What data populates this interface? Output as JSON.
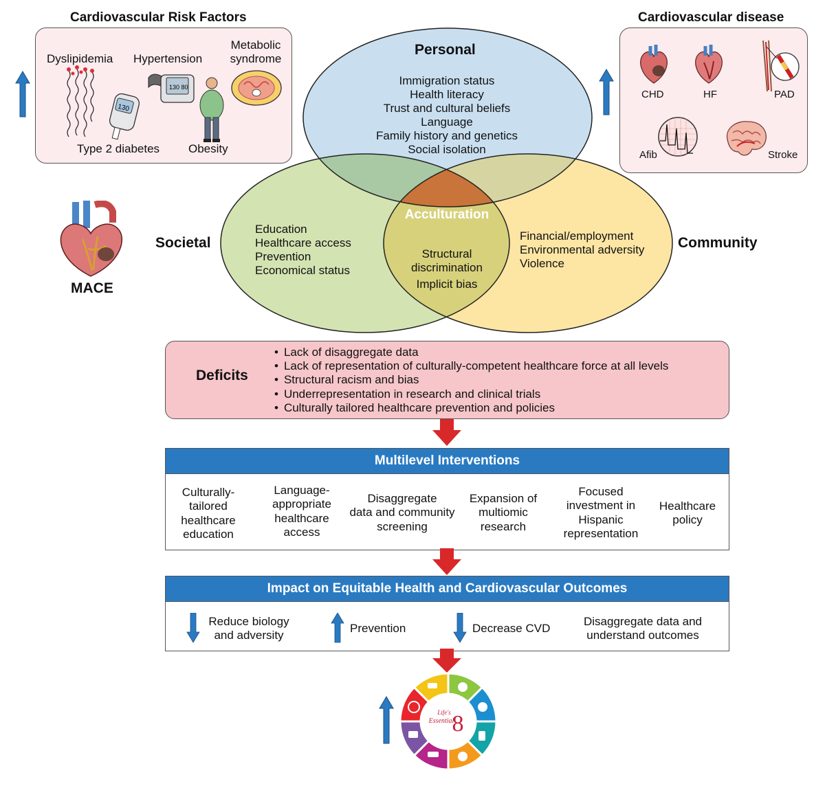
{
  "risk_factors": {
    "title": "Cardiovascular Risk Factors",
    "items": {
      "dyslipidemia": "Dyslipidemia",
      "hypertension": "Hypertension",
      "metabolic": "Metabolic syndrome",
      "diabetes": "Type 2 diabetes",
      "obesity": "Obesity"
    },
    "meter_bp": "130 80",
    "meter_glucose": "130"
  },
  "disease": {
    "title": "Cardiovascular disease",
    "items": {
      "chd": "CHD",
      "hf": "HF",
      "pad": "PAD",
      "afib": "Afib",
      "stroke": "Stroke"
    }
  },
  "mace": "MACE",
  "venn": {
    "personal": {
      "title": "Personal",
      "items": [
        "Immigration status",
        "Health literacy",
        "Trust and cultural beliefs",
        "Language",
        "Family history and genetics",
        "Social isolation"
      ]
    },
    "societal": {
      "title": "Societal",
      "items": [
        "Education",
        "Healthcare access",
        "Prevention",
        "Economical status"
      ]
    },
    "community": {
      "title": "Community",
      "items": [
        "Financial/employment",
        "Environmental adversity",
        "Violence"
      ]
    },
    "center": "Acculturation",
    "overlap": [
      "Structural",
      "discrimination",
      "Implicit bias"
    ]
  },
  "deficits": {
    "title": "Deficits",
    "items": [
      "Lack of disaggregate data",
      "Lack of representation of culturally-competent healthcare force at all levels",
      "Structural racism and bias",
      "Underrepresentation in research and clinical trials",
      "Culturally tailored healthcare prevention and policies"
    ]
  },
  "interventions": {
    "title": "Multilevel Interventions",
    "items": [
      [
        "Culturally-",
        "tailored",
        "healthcare",
        "education"
      ],
      [
        "Language-",
        "appropriate",
        "healthcare",
        "access"
      ],
      [
        "Disaggregate",
        "data and community",
        "screening"
      ],
      [
        "Expansion of",
        "multiomic",
        "research"
      ],
      [
        "Focused",
        "investment in",
        "Hispanic",
        "representation"
      ],
      [
        "Healthcare",
        "policy"
      ]
    ]
  },
  "impact": {
    "title": "Impact on Equitable Health and Cardiovascular Outcomes",
    "items": [
      [
        "Reduce biology",
        "and adversity"
      ],
      [
        "Prevention"
      ],
      [
        "Decrease CVD"
      ],
      [
        "Disaggregate data and",
        "understand outcomes"
      ]
    ]
  },
  "le8": {
    "line1": "Life's",
    "line2": "Essential",
    "num": "8"
  },
  "colors": {
    "personal": "#c9dff0",
    "societal": "#d4e3b2",
    "community": "#fde5a4",
    "acculturation": "#c9743a",
    "blue_bar": "#2a7ac2",
    "deficit_fill": "#f6c6ca",
    "red_arrow": "#d8282a",
    "blue_arrow": "#2a7ac2"
  }
}
